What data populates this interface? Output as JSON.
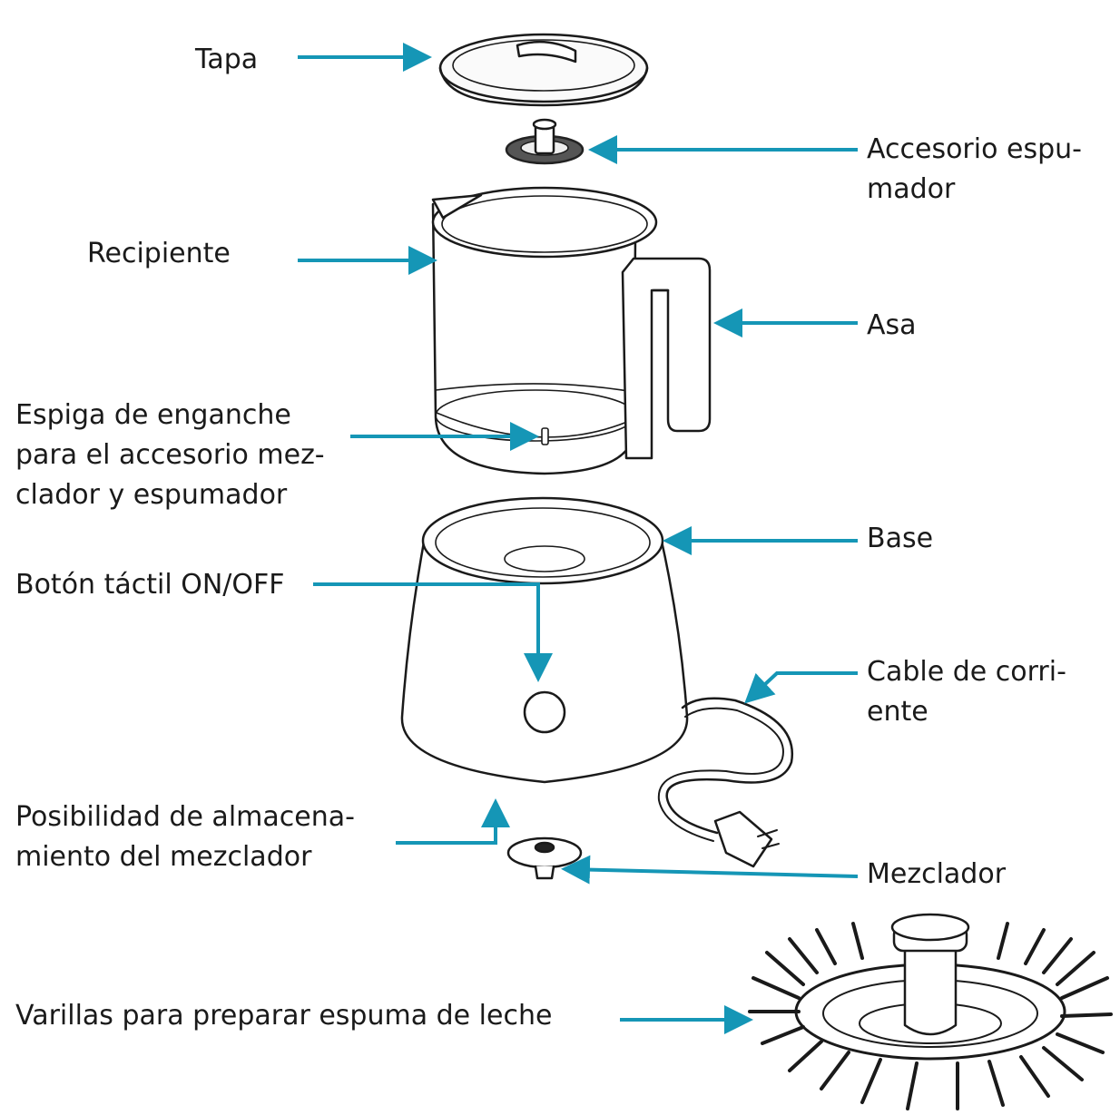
{
  "accent_color": "#1596b6",
  "labels": {
    "tapa": "Tapa",
    "accesorio": [
      "Accesorio espu-",
      "mador"
    ],
    "recipiente": "Recipiente",
    "asa": "Asa",
    "espiga": [
      "Espiga de enganche",
      "para el accesorio mez-",
      "clador y espumador"
    ],
    "base": "Base",
    "boton": "Botón táctil ON/OFF",
    "cable": [
      "Cable de corri-",
      "ente"
    ],
    "posibilidad": [
      "Posibilidad de almacena-",
      "miento del mezclador"
    ],
    "mezclador": "Mezclador",
    "varillas": "Varillas para preparar espuma de leche"
  }
}
